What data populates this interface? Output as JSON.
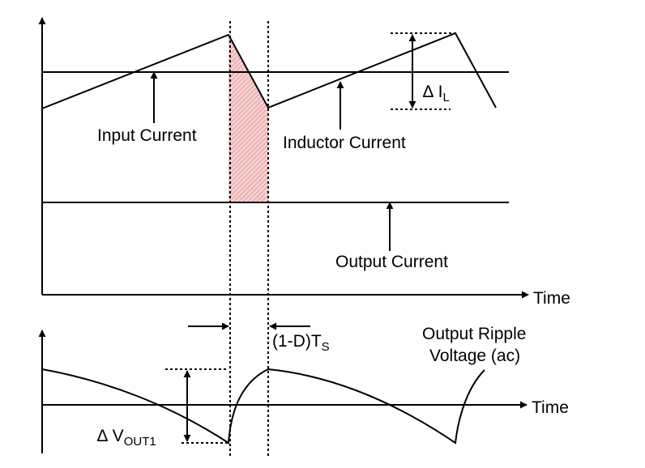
{
  "labels": {
    "input_current": "Input Current",
    "inductor_current": "Inductor Current",
    "output_current": "Output Current",
    "time_top": "Time",
    "time_bottom": "Time",
    "delta_il": "∆ I",
    "delta_il_sub": "L",
    "duty_period": "(1-D)T",
    "duty_period_sub": "S",
    "ripple_line1": "Output Ripple",
    "ripple_line2": "Voltage (ac)",
    "delta_vout": "∆ V",
    "delta_vout_sub": "OUT1"
  },
  "colors": {
    "shade_hatch": "#e08080",
    "shade_fill": "#f6d2d2",
    "line": "#000000"
  }
}
